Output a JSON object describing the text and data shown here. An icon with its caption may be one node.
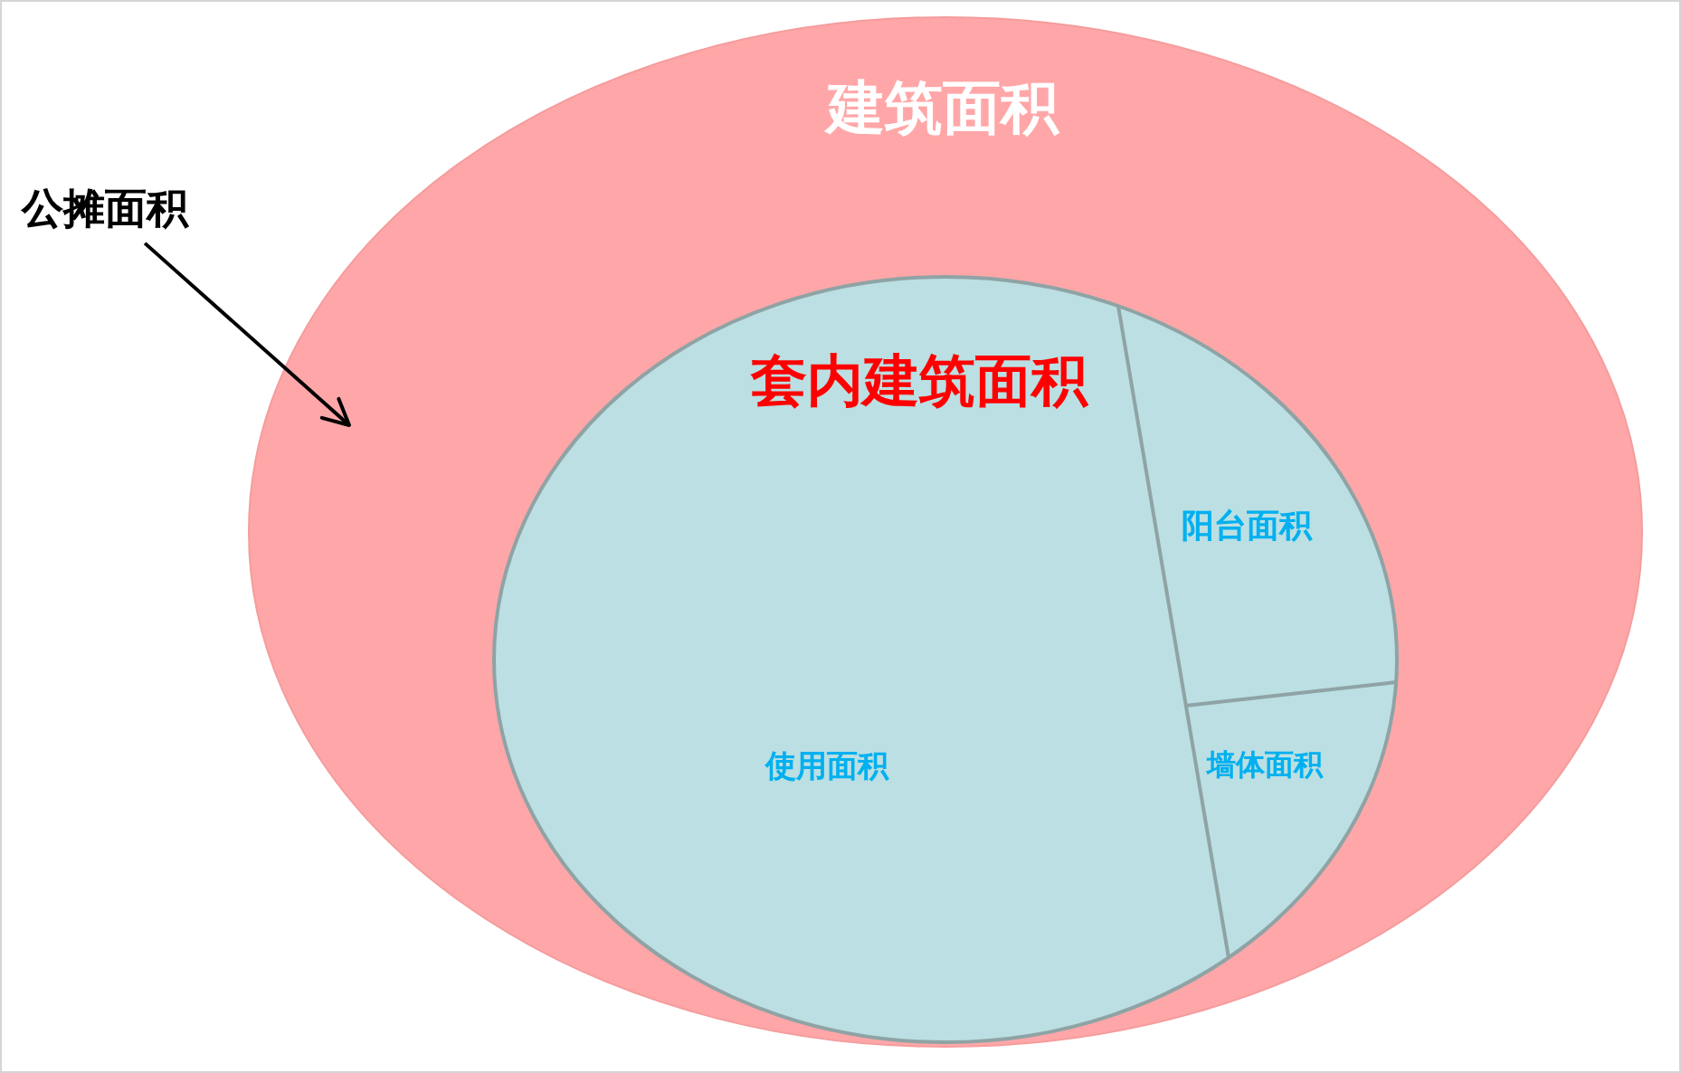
{
  "diagram": {
    "nodes": [
      {
        "text": [
          "建筑面积"
        ]
      },
      {
        "text": [
          "公摊面积"
        ]
      },
      {
        "text": [
          "套内建筑面积"
        ],
        "in": 0
      }
    ],
    "edges": [
      {
        "from": 1,
        "to": 0,
        "arrow": "to"
      }
    ],
    "labels": [
      "阳台面积",
      "使用面积",
      "墙体面积"
    ]
  }
}
